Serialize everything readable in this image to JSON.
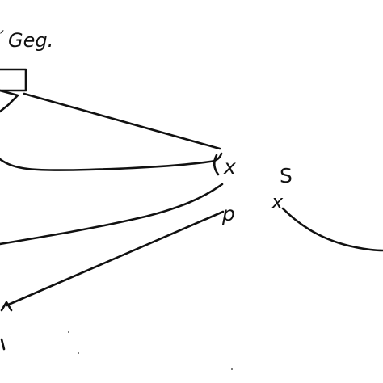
{
  "labels": {
    "tick": "′",
    "geg": "Geg.",
    "x": "x",
    "s": "S",
    "p": "p",
    "cross": "x"
  },
  "colors": {
    "ink": "#111111",
    "paper": "#ffffff"
  }
}
